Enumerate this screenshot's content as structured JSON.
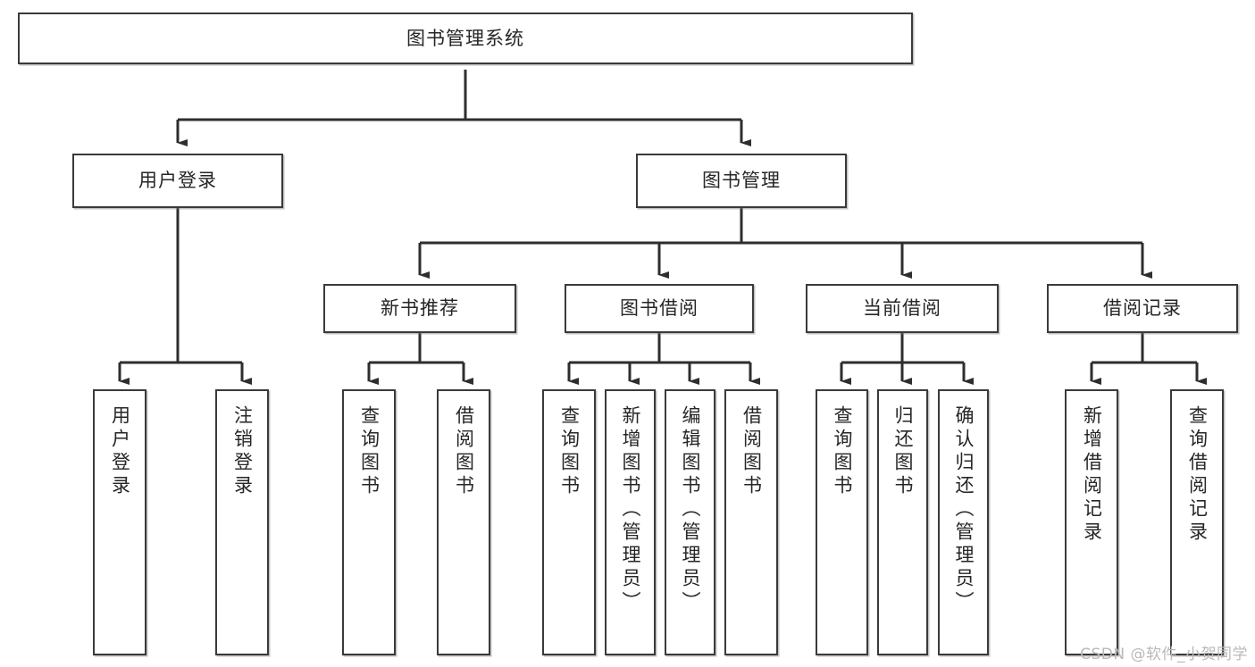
{
  "diagram": {
    "title": "图书管理系统",
    "type": "tree",
    "watermark": "CSDN @软件_小贺同学",
    "colors": {
      "node_border": "#3a3a3a",
      "node_fill": "#ffffff",
      "edge": "#2e2e2e",
      "text": "#262626",
      "watermark": "#b9b9b9",
      "background": "#ffffff"
    },
    "nodes": {
      "root": {
        "label": "图书管理系统"
      },
      "level2": [
        {
          "id": "user-login",
          "label": "用户登录"
        },
        {
          "id": "book-management",
          "label": "图书管理"
        }
      ],
      "level3": [
        {
          "id": "new-book-recommend",
          "label": "新书推荐"
        },
        {
          "id": "book-borrow",
          "label": "图书借阅"
        },
        {
          "id": "current-borrow",
          "label": "当前借阅"
        },
        {
          "id": "borrow-record",
          "label": "借阅记录"
        }
      ],
      "leaves": {
        "user-login": [
          {
            "id": "leaf-user-login",
            "label": "用户登录"
          },
          {
            "id": "leaf-logout",
            "label": "注销登录"
          }
        ],
        "new-book-recommend": [
          {
            "id": "leaf-query-book-1",
            "label": "查询图书"
          },
          {
            "id": "leaf-borrow-book-1",
            "label": "借阅图书"
          }
        ],
        "book-borrow": [
          {
            "id": "leaf-query-book-2",
            "label": "查询图书"
          },
          {
            "id": "leaf-add-book",
            "label": "新增图书（管理员）"
          },
          {
            "id": "leaf-edit-book",
            "label": "编辑图书（管理员）"
          },
          {
            "id": "leaf-borrow-book-2",
            "label": "借阅图书"
          }
        ],
        "current-borrow": [
          {
            "id": "leaf-query-book-3",
            "label": "查询图书"
          },
          {
            "id": "leaf-return-book",
            "label": "归还图书"
          },
          {
            "id": "leaf-confirm-return",
            "label": "确认归还（管理员）"
          }
        ],
        "borrow-record": [
          {
            "id": "leaf-add-record",
            "label": "新增借阅记录"
          },
          {
            "id": "leaf-query-record",
            "label": "查询借阅记录"
          }
        ]
      }
    }
  }
}
